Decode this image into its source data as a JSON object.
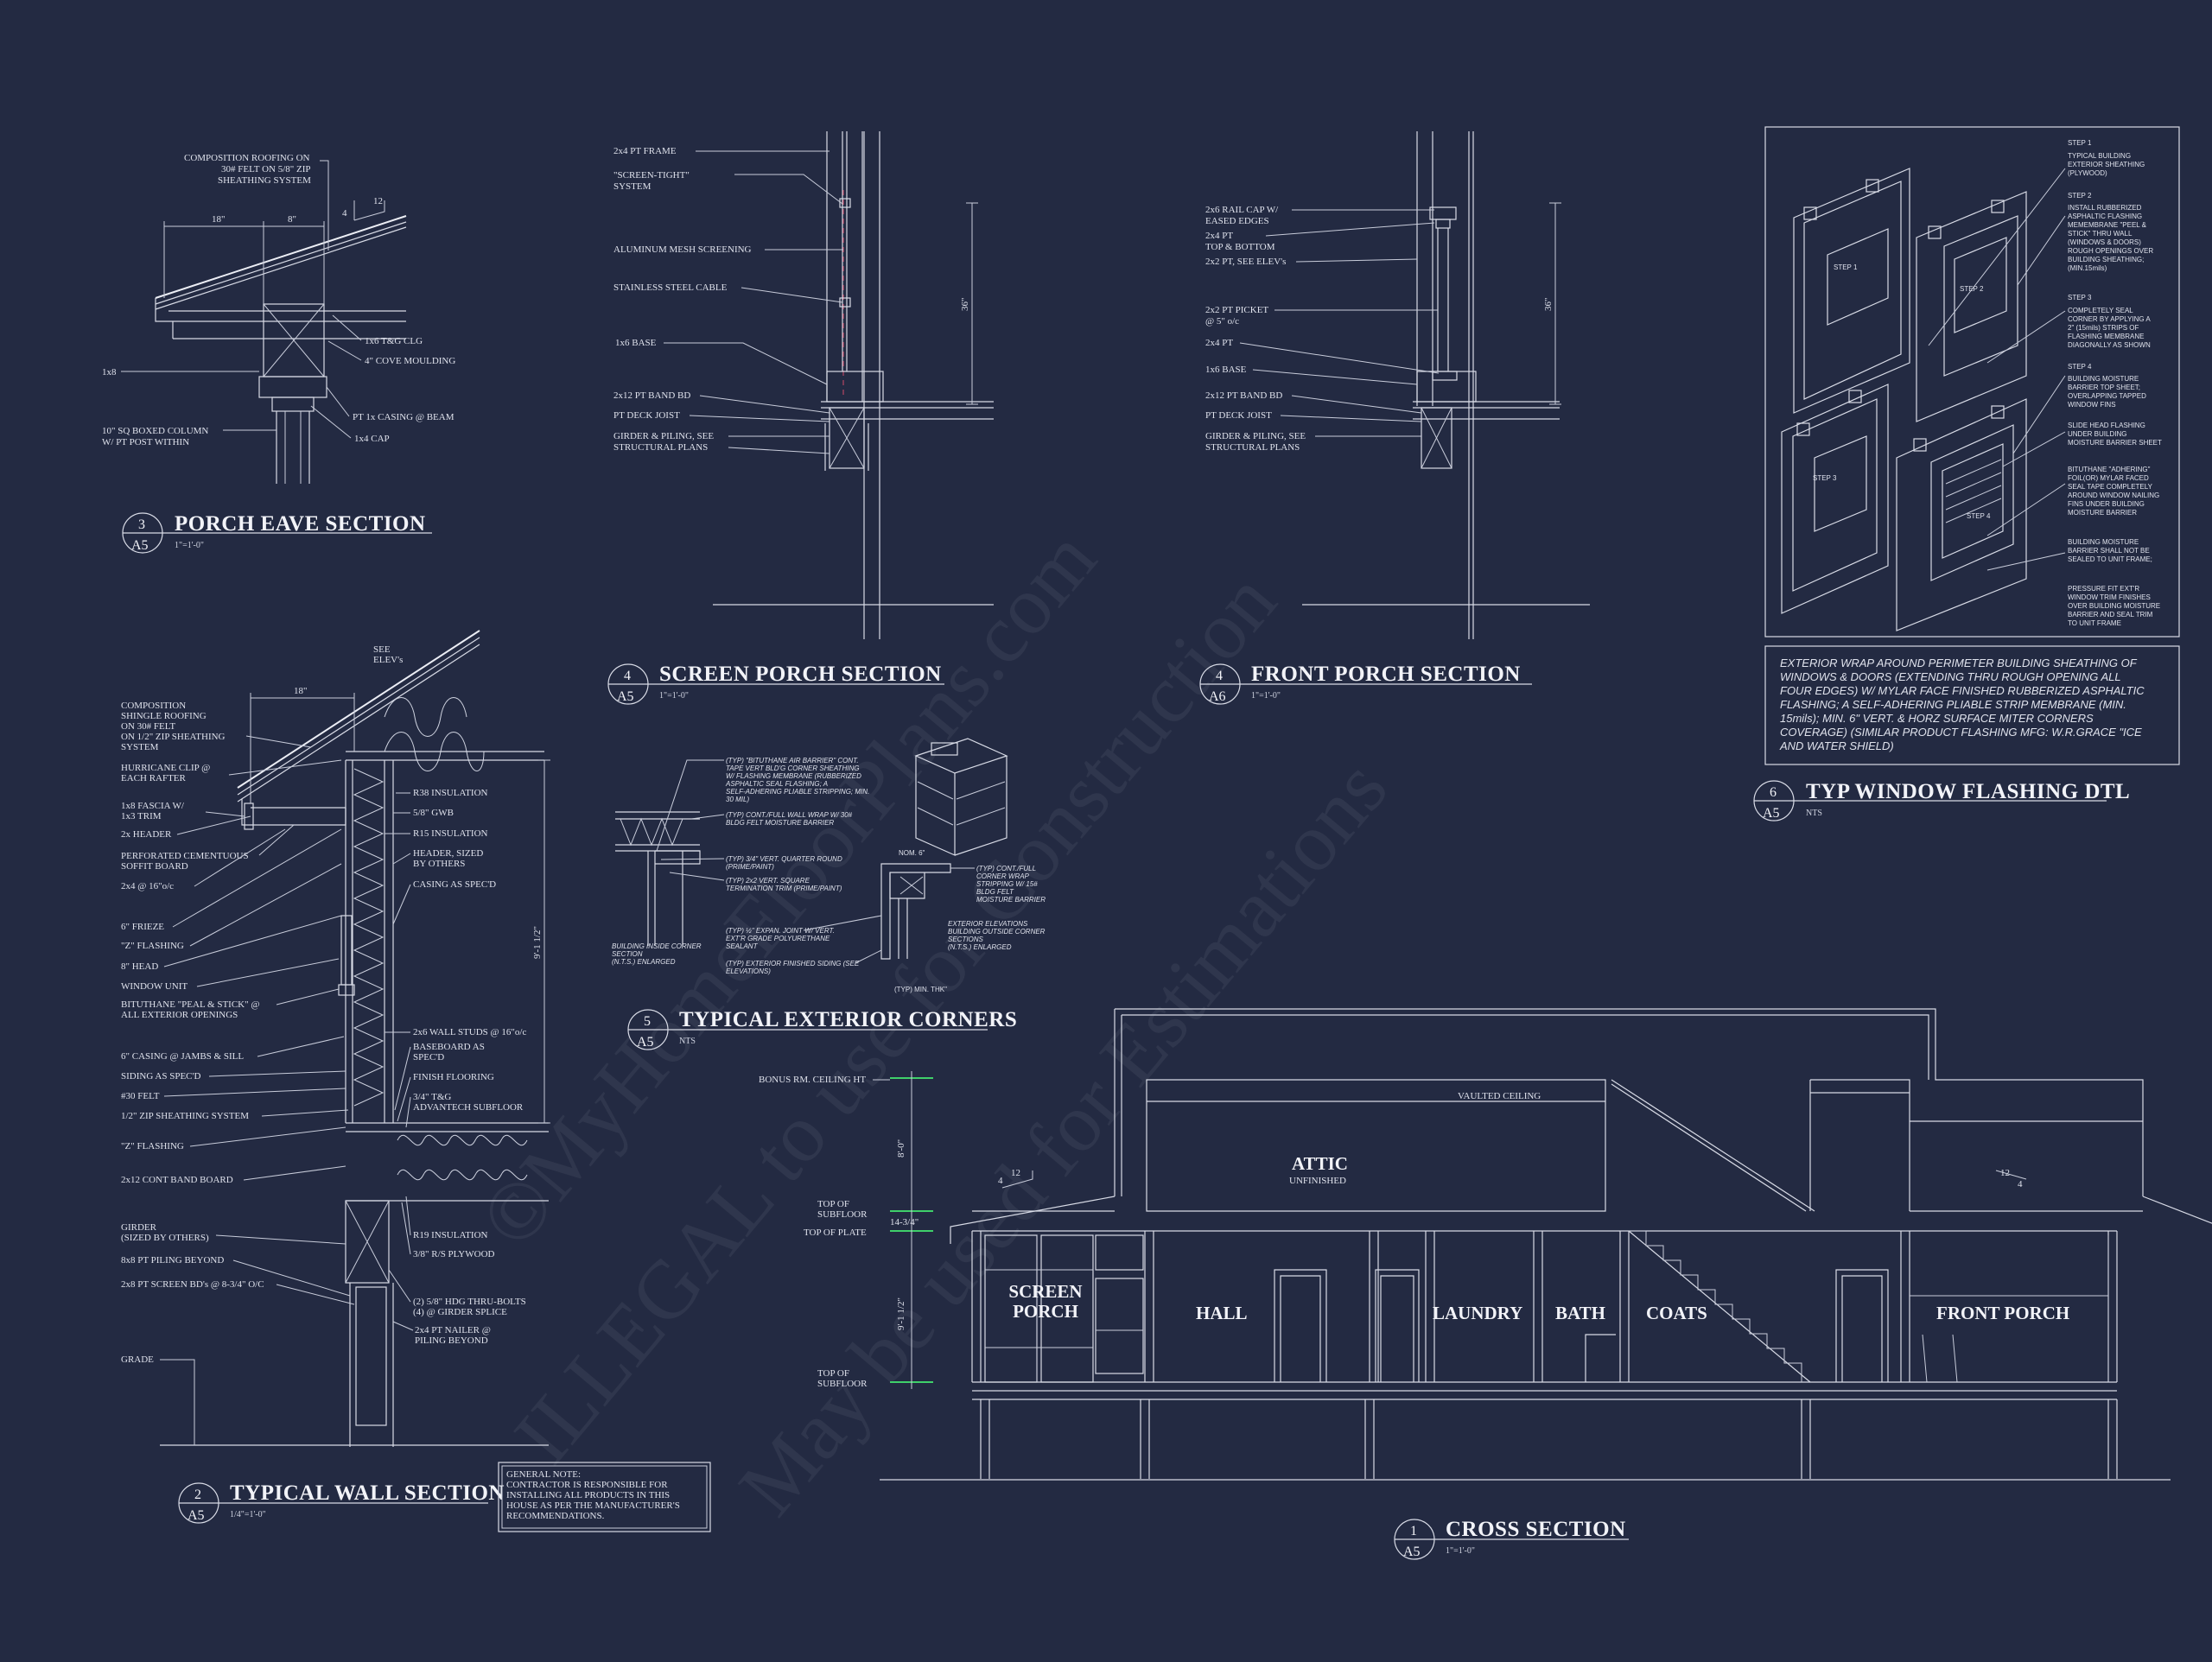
{
  "sheet": {
    "watermark": {
      "line1": "©MyHomeFloorPlans.com",
      "line2": "ILLEGAL to use for Construction",
      "line3": "May be used for Estimations"
    },
    "details": {
      "porch_eave": {
        "num": "3",
        "sheet": "A5",
        "title": "PORCH EAVE SECTION",
        "scale": "1\"=1'-0\""
      },
      "screen_porch": {
        "num": "4",
        "sheet": "A5",
        "title": "SCREEN PORCH SECTION",
        "scale": "1\"=1'-0\""
      },
      "front_porch": {
        "num": "4",
        "sheet": "A6",
        "title": "FRONT PORCH SECTION",
        "scale": "1\"=1'-0\""
      },
      "window_flashing": {
        "num": "6",
        "sheet": "A5",
        "title": "TYP WINDOW FLASHING DTL",
        "scale": "NTS"
      },
      "ext_corners": {
        "num": "5",
        "sheet": "A5",
        "title": "TYPICAL EXTERIOR CORNERS",
        "scale": "NTS"
      },
      "wall_section": {
        "num": "2",
        "sheet": "A5",
        "title": "TYPICAL WALL SECTION",
        "scale": "1/4\"=1'-0\""
      },
      "cross_section": {
        "num": "1",
        "sheet": "A5",
        "title": "CROSS SECTION",
        "scale": "1\"=1'-0\""
      }
    },
    "porch_eave_notes": {
      "roof1": "COMPOSITION ROOFING ON",
      "roof2": "30# FELT ON 5/8\" ZIP",
      "roof3": "SHEATHING SYSTEM",
      "dim18": "18\"",
      "dim8": "8\"",
      "pitch_rise": "4",
      "pitch_run": "12",
      "clg": "1x6 T&G CLG",
      "cove": "4\" COVE MOULDING",
      "one_x8": "1x8",
      "casing": "PT 1x CASING @ BEAM",
      "cap": "1x4 CAP",
      "col1": "10\" SQ BOXED COLUMN",
      "col2": "W/ PT POST WITHIN"
    },
    "screen_porch_notes": {
      "frame": "2x4 PT FRAME",
      "st1": "\"SCREEN-TIGHT\"",
      "st2": "SYSTEM",
      "mesh": "ALUMINUM MESH SCREENING",
      "cable": "STAINLESS STEEL CABLE",
      "base": "1x6 BASE",
      "band": "2x12 PT BAND BD",
      "joist": "PT DECK JOIST",
      "gird1": "GIRDER & PILING, SEE",
      "gird2": "STRUCTURAL PLANS",
      "dim36": "36\""
    },
    "front_porch_notes": {
      "rail1": "2x6 RAIL CAP W/",
      "rail2": "EASED EDGES",
      "tb1": "2x4 PT",
      "tb2": "TOP & BOTTOM",
      "pt": "2x2 PT, SEE ELEV's",
      "pick1": "2x2 PT PICKET",
      "pick2": "@ 5\" o/c",
      "two_x4": "2x4 PT",
      "base": "1x6 BASE",
      "band": "2x12 PT BAND BD",
      "joist": "PT DECK JOIST",
      "gird1": "GIRDER & PILING, SEE",
      "gird2": "STRUCTURAL PLANS",
      "dim36": "36\""
    },
    "window_flashing": {
      "steps": [
        {
          "head": "STEP 1",
          "body": "TYPICAL BUILDING\nEXTERIOR SHEATHING\n(PLYWOOD)"
        },
        {
          "head": "STEP 2",
          "body": "INSTALL RUBBERIZED\nASPHALTIC FLASHING\nMEMEMBRANE \"PEEL &\nSTICK\" THRU WALL\n(WINDOWS & DOORS)\nROUGH OPENINGS  OVER\nBUILDING SHEATHING;\n(MIN.15mils)"
        },
        {
          "head": "STEP 3",
          "body": "COMPLETELY SEAL\nCORNER BY APPLYING A\n2\" (15mils) STRIPS OF\nFLASHING MEMBRANE\nDIAGONALLY AS SHOWN"
        },
        {
          "head": "STEP 4",
          "body": "BUILDING MOISTURE\nBARRIER TOP SHEET;\nOVERLAPPING TAPPED\nWINDOW FINS"
        }
      ],
      "note_slide": "SLIDE HEAD FLASHING\nUNDER BUILDING\nMOISTURE BARRIER SHEET",
      "note_bitu": "BITUTHANE \"ADHERING\"\nFOIL(OR) MYLAR FACED\nSEAL TAPE COMPLETELY\nAROUND WINDOW NAILING\nFINS UNDER BUILDING\nMOISTURE BARRIER",
      "note_seal": "BUILDING MOISTURE\nBARRIER SHALL NOT BE\nSEALED TO UNIT FRAME;",
      "note_press": "PRESSURE FIT EXT'R\nWINDOW TRIM FINISHES\nOVER BUILDING MOISTURE\nBARRIER AND SEAL TRIM\nTO UNIT FRAME",
      "labels": [
        "STEP 1",
        "STEP 2",
        "STEP 3",
        "STEP 4"
      ],
      "wrap": "EXTERIOR WRAP AROUND PERIMETER BUILDING SHEATHING OF\nWINDOWS & DOORS (EXTENDING THRU ROUGH OPENING ALL\nFOUR EDGES) W/ MYLAR FACE FINISHED RUBBERIZED ASPHALTIC\nFLASHING; A SELF-ADHERING PLIABLE STRIP MEMBRANE (MIN.\n15mils); MIN. 6\" VERT. & HORZ SURFACE MITER CORNERS\nCOVERAGE) (SIMILAR PRODUCT FLASHING MFG: W.R.GRACE \"ICE\nAND WATER SHIELD)"
    },
    "corner_notes": {
      "a": "(TYP) \"BITUTHANE AIR BARRIER\" CONT.\nTAPE VERT BLD'G CORNER SHEATHING\nW/ FLASHING MEMBRANE (RUBBERIZED\nASPHALTIC SEAL FLASHING; A\nSELF-ADHERING PLIABLE STRIPPING; MIN.\n30 MIL)",
      "b": "(TYP) CONT./FULL WALL WRAP W/ 30#\nBLDG FELT MOISTURE BARRIER",
      "c": "(TYP) 3/4\" VERT. QUARTER ROUND\n(PRIME/PAINT)",
      "d": "(TYP) 2x2 VERT. SQUARE\nTERMINATION TRIM (PRIME/PAINT)",
      "e": "(TYP) ½\" EXPAN. JOINT W/ VERT.\nEXT'R GRADE POLYURETHANE\nSEALANT",
      "f": "(TYP) EXTERIOR FINISHED SIDING (SEE\nELEVATIONS)",
      "g": "(TYP) CONT./FULL\nCORNER WRAP\nSTRIPPING W/ 15#\nBLDG FELT\nMOISTURE BARRIER",
      "h": "EXTERIOR ELEVATIONS\nBUILDING OUTSIDE CORNER\nSECTIONS\n(N.T.S.) ENLARGED",
      "i": "BUILDING INSIDE CORNER\nSECTION\n(N.T.S.) ENLARGED",
      "nom": "NOM. 6\"",
      "min": "(TYP) MIN. THK\""
    },
    "wall_notes": {
      "see_elev": "SEE\nELEV's",
      "dim18": "18\"",
      "comp": "COMPOSITION\nSHINGLE ROOFING\nON 30# FELT\nON 1/2\" ZIP SHEATHING\nSYSTEM",
      "hurr": "HURRICANE CLIP @\nEACH RAFTER",
      "fascia": "1x8 FASCIA W/\n1x3 TRIM",
      "header": "2x HEADER",
      "soffit": "PERFORATED CEMENTUOUS\nSOFFIT BOARD",
      "studs16": "2x4 @ 16\"o/c",
      "frieze": "6\" FRIEZE",
      "zflash": "\"Z\" FLASHING",
      "head8": "8\" HEAD",
      "window": "WINDOW UNIT",
      "bitu": "BITUTHANE \"PEAL & STICK\" @\nALL EXTERIOR OPENINGS",
      "casing": "6\" CASING @ JAMBS & SILL",
      "siding": "SIDING AS SPEC'D",
      "felt": "#30 FELT",
      "zip": "1/2\" ZIP SHEATHING SYSTEM",
      "zflash2": "\"Z\" FLASHING",
      "band": "2x12 CONT BAND BOARD",
      "girder": "GIRDER\n(SIZED BY OTHERS)",
      "piling": "8x8 PT PILING BEYOND",
      "screen": "2x8 PT SCREEN BD's @ 8-3/4\" O/C",
      "grade": "GRADE",
      "r38": "R38 INSULATION",
      "gwb": "5/8\" GWB",
      "r15": "R15 INSULATION",
      "hdr": "HEADER, SIZED\nBY OTHERS",
      "cas_spec": "CASING AS SPEC'D",
      "studs": "2x6 WALL STUDS @ 16\"o/c",
      "baseboard": "BASEBOARD AS\nSPEC'D",
      "finish": "FINISH FLOORING",
      "advantech": "3/4\" T&G\nADVANTECH SUBFLOOR",
      "r19": "R19 INSULATION",
      "ply": "3/8\" R/S PLYWOOD",
      "bolts": "(2) 5/8\" HDG THRU-BOLTS\n(4) @ GIRDER SPLICE",
      "nailer": "2x4 PT NAILER @\nPILING BEYOND",
      "dim9": "9'-1 1/2\""
    },
    "general_note": "GENERAL NOTE:\nCONTRACTOR IS RESPONSIBLE FOR\nINSTALLING ALL PRODUCTS IN THIS\nHOUSE AS PER THE MANUFACTURER'S\nRECOMMENDATIONS.",
    "cross": {
      "attic": "ATTIC",
      "unfinished": "UNFINISHED",
      "vaulted": "VAULTED CEILING",
      "rooms": {
        "screen_porch": "SCREEN\nPORCH",
        "hall": "HALL",
        "laundry": "LAUNDRY",
        "bath": "BATH",
        "coats": "COATS",
        "front_porch": "FRONT PORCH"
      },
      "levels": {
        "bonus": "BONUS RM. CEILING HT",
        "sub1": "TOP OF\nSUBFLOOR",
        "plate": "TOP OF PLATE",
        "sub2": "TOP OF\nSUBFLOOR"
      },
      "dims": {
        "d8": "8'-0\"",
        "d14": "14-3/4\"",
        "d9": "9'-1 1/2\""
      },
      "pitch_rise": "4",
      "pitch_run": "12"
    }
  }
}
